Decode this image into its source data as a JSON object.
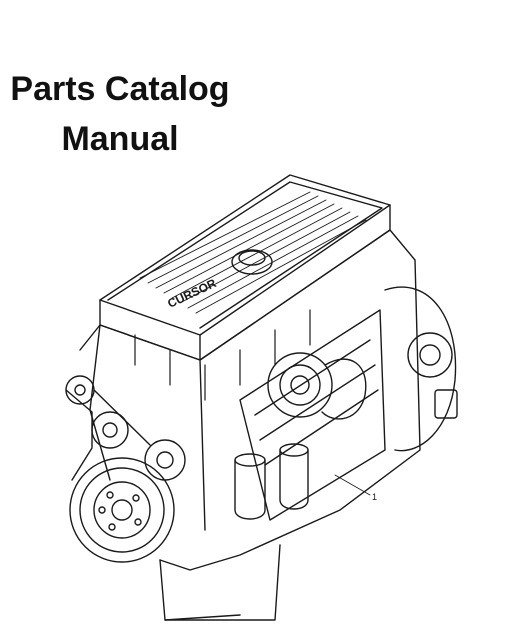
{
  "document": {
    "title_line_1": "Parts Catalog",
    "title_line_2": "Manual"
  },
  "illustration": {
    "subject": "diesel-engine-line-drawing",
    "callout_number": "1",
    "valve_cover_text": "CURSOR",
    "colors": {
      "line": "#1a1a1a",
      "background": "#ffffff"
    }
  }
}
